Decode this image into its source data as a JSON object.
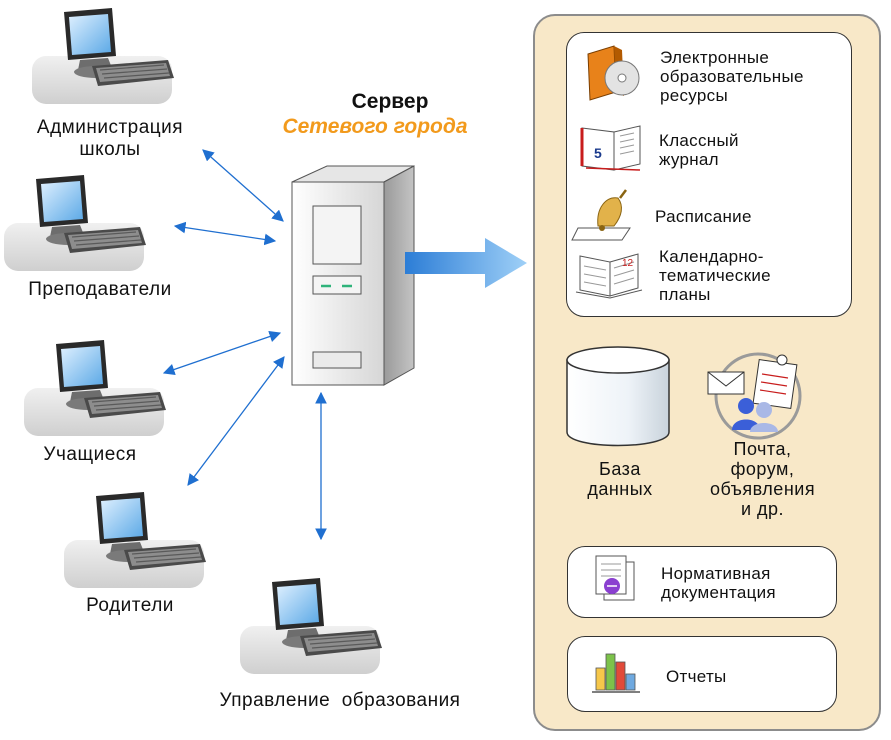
{
  "server": {
    "title": "Сервер",
    "subtitle": "Сетевого города"
  },
  "clients": [
    {
      "label": "Администрация\nшколы"
    },
    {
      "label": "Преподаватели"
    },
    {
      "label": "Учащиеся"
    },
    {
      "label": "Родители"
    },
    {
      "label": "Управление  образования"
    }
  ],
  "resources": [
    {
      "label": "Электронные\nобразовательные\nресурсы",
      "icon": "book-cd-icon"
    },
    {
      "label": "Классный\nжурнал",
      "icon": "journal-icon"
    },
    {
      "label": "Расписание",
      "icon": "bell-icon"
    },
    {
      "label": "Календарно-\nтематические\nпланы",
      "icon": "plan-book-icon"
    }
  ],
  "database": {
    "label": "База\nданных"
  },
  "communication": {
    "label": "Почта,\nфорум,\nобъявления\nи др."
  },
  "docs": {
    "label": "Нормативная\nдокументация"
  },
  "reports": {
    "label": "Отчеты"
  },
  "colors": {
    "panel_bg": "#f8e8c8",
    "accent_orange": "#f29a1c",
    "arrow_blue": "#1f6fd0"
  }
}
